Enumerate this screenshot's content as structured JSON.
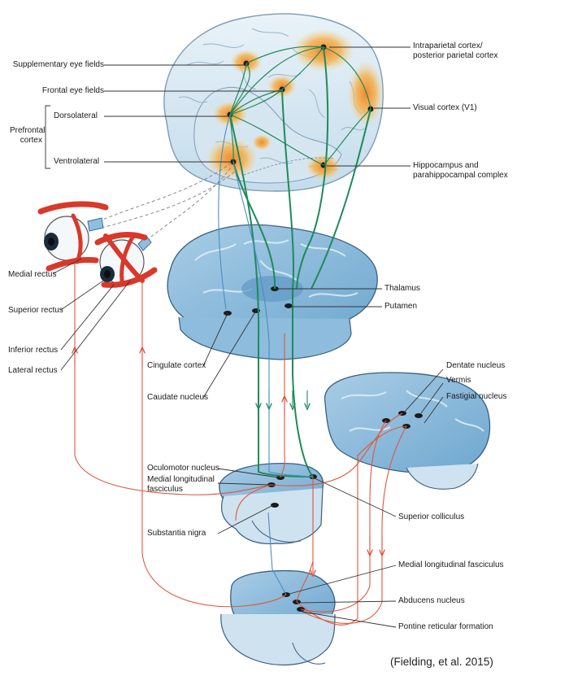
{
  "labels": {
    "supplementary_eye_fields": "Supplementary eye fields",
    "frontal_eye_fields": "Frontal eye fields",
    "prefrontal_cortex_line1": "Prefrontal",
    "prefrontal_cortex_line2": "cortex",
    "dorsolateral": "Dorsolateral",
    "ventrolateral": "Ventrolateral",
    "intraparietal_line1": "Intraparietal cortex/",
    "intraparietal_line2": "posterior parietal cortex",
    "visual_cortex": "Visual cortex (V1)",
    "hippocampus_line1": "Hippocampus and",
    "hippocampus_line2": "parahippocampal complex",
    "medial_rectus": "Medial rectus",
    "superior_rectus": "Superior rectus",
    "inferior_rectus": "Inferior rectus",
    "lateral_rectus": "Lateral rectus",
    "thalamus": "Thalamus",
    "putamen": "Putamen",
    "cingulate_cortex": "Cingulate cortex",
    "caudate_nucleus": "Caudate nucleus",
    "dentate_nucleus": "Dentate nucleus",
    "vermis": "Vermis",
    "fastigial_nucleus": "Fastigial nucleus",
    "oculomotor_nucleus": "Oculomotor nucleus",
    "mlf_midbrain_line1": "Medial longitudinal",
    "mlf_midbrain_line2": "fasciculus",
    "substantia_nigra": "Substantia nigra",
    "superior_colliculus": "Superior colliculus",
    "mlf_pons": "Medial longitudinal fasciculus",
    "abducens_nucleus": "Abducens nucleus",
    "pontine_reticular_formation": "Pontine reticular formation"
  },
  "citation": "(Fielding, et al. 2015)",
  "colors": {
    "cortex_pathway": "#1f8a5a",
    "ascending_pathway": "#e0573a",
    "descending_blue": "#4a8fc0",
    "brain_fill": "#bcd9ec",
    "brain_outline": "#3b5f80",
    "activation": "#f2a444",
    "eye_muscle": "#d9382a"
  }
}
